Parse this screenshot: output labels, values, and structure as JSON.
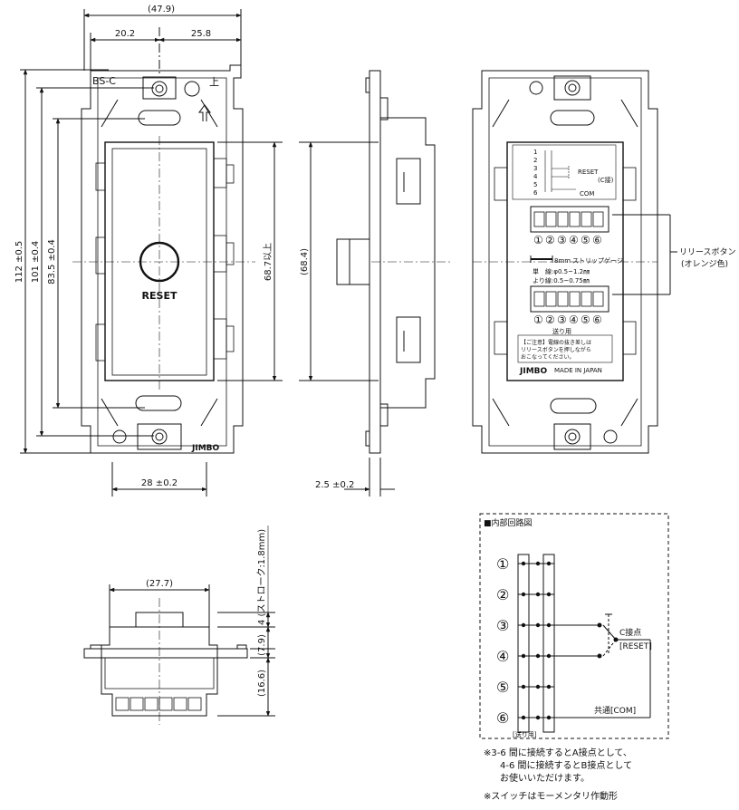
{
  "front_view": {
    "dims": {
      "overall_width": "(47.9)",
      "left_width": "20.2",
      "right_width": "25.8",
      "height_total": "112 ±0.5",
      "height_mid": "101 ±0.4",
      "height_inner": "83.5 ±0.4",
      "height_window": "68.7以上",
      "bottom_width": "28 ±0.2"
    },
    "model_label": "BS-C",
    "top_mark": "上",
    "button_label": "RESET",
    "brand": "JIMBO"
  },
  "side_view": {
    "dims": {
      "height": "(68.4)",
      "thickness": "2.5 ±0.2"
    }
  },
  "rear_view": {
    "terminal_numbers": [
      "1",
      "2",
      "3",
      "4",
      "5",
      "6"
    ],
    "reset_label": "RESET",
    "reset_sub": "(C接)",
    "com_label": "COM",
    "circled_numbers": [
      "①",
      "②",
      "③",
      "④",
      "⑤",
      "⑥"
    ],
    "strip_length": "8mm",
    "strip_label": "ストリップゲージ",
    "wire_single": "単　線:φ0.5~1.2㎜",
    "wire_stranded": "より線:0.5~0.75㎜",
    "feed_label": "送り用",
    "caution_line1": "【ご注意】電線の抜き差しは",
    "caution_line2": "リリースボタンを押しながら",
    "caution_line3": "おこなってください。",
    "brand": "JIMBO",
    "made_in": "MADE IN JAPAN",
    "release_button_label": "リリースボタン",
    "release_button_color": "(オレンジ色)"
  },
  "bottom_view": {
    "dims": {
      "width": "(27.7)",
      "stroke": "4 (ストローク:1.8mm)",
      "depth_a": "(7.9)",
      "depth_b": "(16.6)"
    }
  },
  "circuit": {
    "title": "■内部回路図",
    "terminals": [
      "①",
      "②",
      "③",
      "④",
      "⑤",
      "⑥"
    ],
    "contact_label": "C接点",
    "contact_sub": "[RESET]",
    "common_label": "共通[COM]",
    "feed_label": "[送り用]"
  },
  "notes": [
    "※3-6 間に接続するとA接点として、",
    "4-6 間に接続するとB接点として",
    "お使いいただけます。",
    "※スイッチはモーメンタリ作動形"
  ]
}
